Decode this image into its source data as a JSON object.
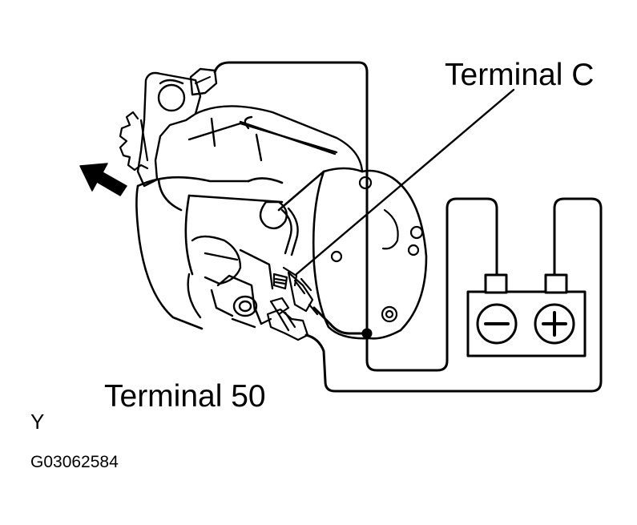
{
  "labels": {
    "terminal_c": "Terminal C",
    "terminal_50": "Terminal 50",
    "view_code": "Y",
    "figure_id": "G03062584"
  },
  "battery": {
    "negative_symbol": "−",
    "positive_symbol": "+"
  },
  "icons": [
    "direction-arrow-icon",
    "battery-icon",
    "starter-motor-icon"
  ],
  "colors": {
    "ink": "#000000",
    "paper": "#ffffff"
  }
}
